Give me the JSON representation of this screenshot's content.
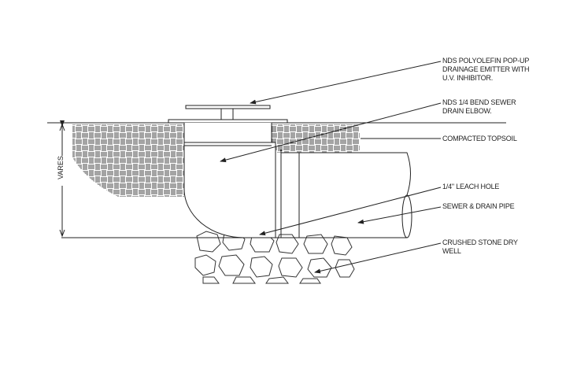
{
  "labels": {
    "emitter": [
      "NDS POLYOLEFIN POP-UP",
      "DRAINAGE EMITTER WITH",
      "U.V. INHIBITOR."
    ],
    "elbow": [
      "NDS 1/4 BEND SEWER",
      "DRAIN ELBOW."
    ],
    "topsoil": "COMPACTED TOPSOIL",
    "leach_hole": "1/4\" LEACH  HOLE",
    "pipe": "SEWER & DRAIN PIPE",
    "stone": [
      "CRUSHED STONE DRY",
      "WELL"
    ]
  },
  "dimension": "VARES"
}
